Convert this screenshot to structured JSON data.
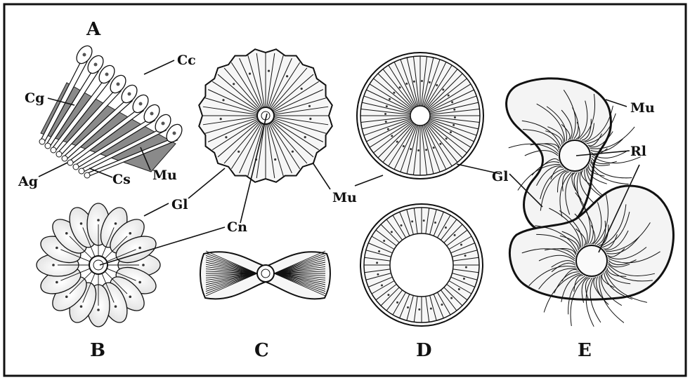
{
  "panels": [
    {
      "key": "A",
      "label": "A"
    },
    {
      "key": "B",
      "label": "B"
    },
    {
      "key": "C",
      "label": "C"
    },
    {
      "key": "D",
      "label": "D"
    },
    {
      "key": "E",
      "label": "E"
    }
  ],
  "labels": {
    "cc": "Cc",
    "cg": "Cg",
    "ag": "Ag",
    "cs": "Cs",
    "mu_a": "Mu",
    "gl_b": "Gl",
    "cn": "Cn",
    "mu_d": "Mu",
    "gl_d": "Gl",
    "mu_e": "Mu",
    "rl": "Rl"
  },
  "colors": {
    "ink": "#111111",
    "cell_fill": "#f1f1f1",
    "muscle": "#8a8a8a",
    "background": "#ffffff"
  }
}
